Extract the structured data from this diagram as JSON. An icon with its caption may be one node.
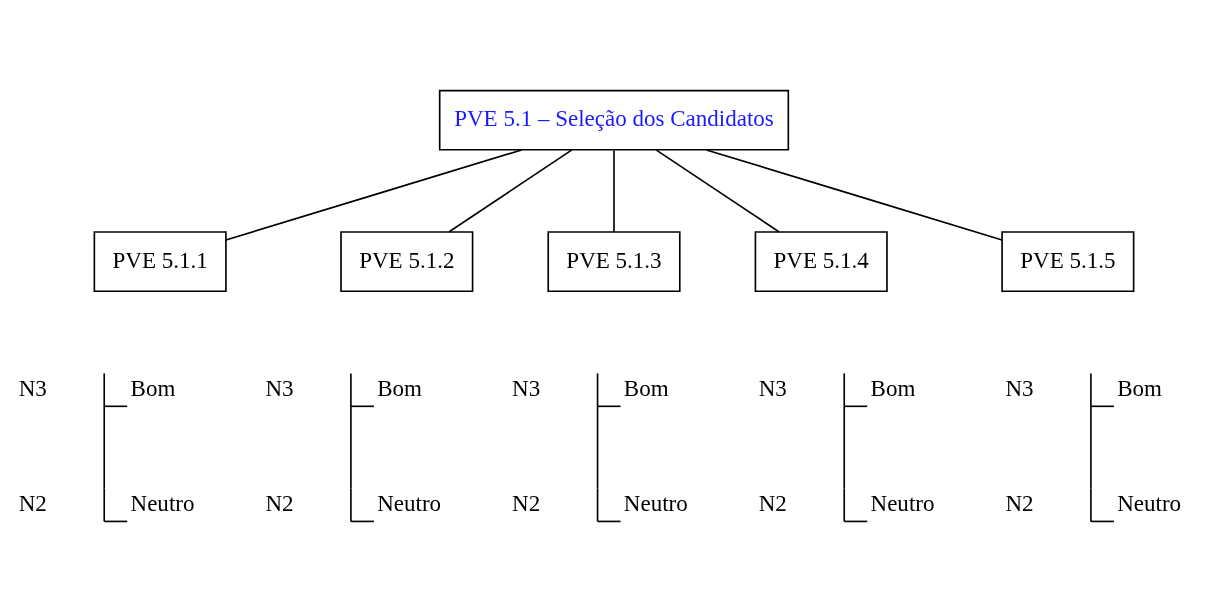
{
  "diagram": {
    "nodes": [
      {
        "text": [
          "PVE 5.1 – Seleção dos Candidatos"
        ]
      },
      {
        "text": [
          "PVE 5.1.1"
        ]
      },
      {
        "text": [
          "PVE 5.1.2"
        ]
      },
      {
        "text": [
          "PVE 5.1.3"
        ]
      },
      {
        "text": [
          "PVE 5.1.4"
        ]
      },
      {
        "text": [
          "PVE 5.1.5"
        ]
      }
    ],
    "edges": [
      {
        "from": 0,
        "to": 1,
        "arrow": "none"
      },
      {
        "from": 0,
        "to": 2,
        "arrow": "none"
      },
      {
        "from": 0,
        "to": 3,
        "arrow": "none"
      },
      {
        "from": 0,
        "to": 4,
        "arrow": "none"
      },
      {
        "from": 0,
        "to": 5,
        "arrow": "none"
      }
    ],
    "labels": [
      "N3",
      "Bom",
      "N3",
      "Bom",
      "N3",
      "Bom",
      "N3",
      "Bom",
      "N3",
      "Bom",
      "N2",
      "Neutro",
      "N2",
      "Neutro",
      "N2",
      "Neutro",
      "N2",
      "Neutro",
      "N2",
      "Neutro"
    ]
  }
}
